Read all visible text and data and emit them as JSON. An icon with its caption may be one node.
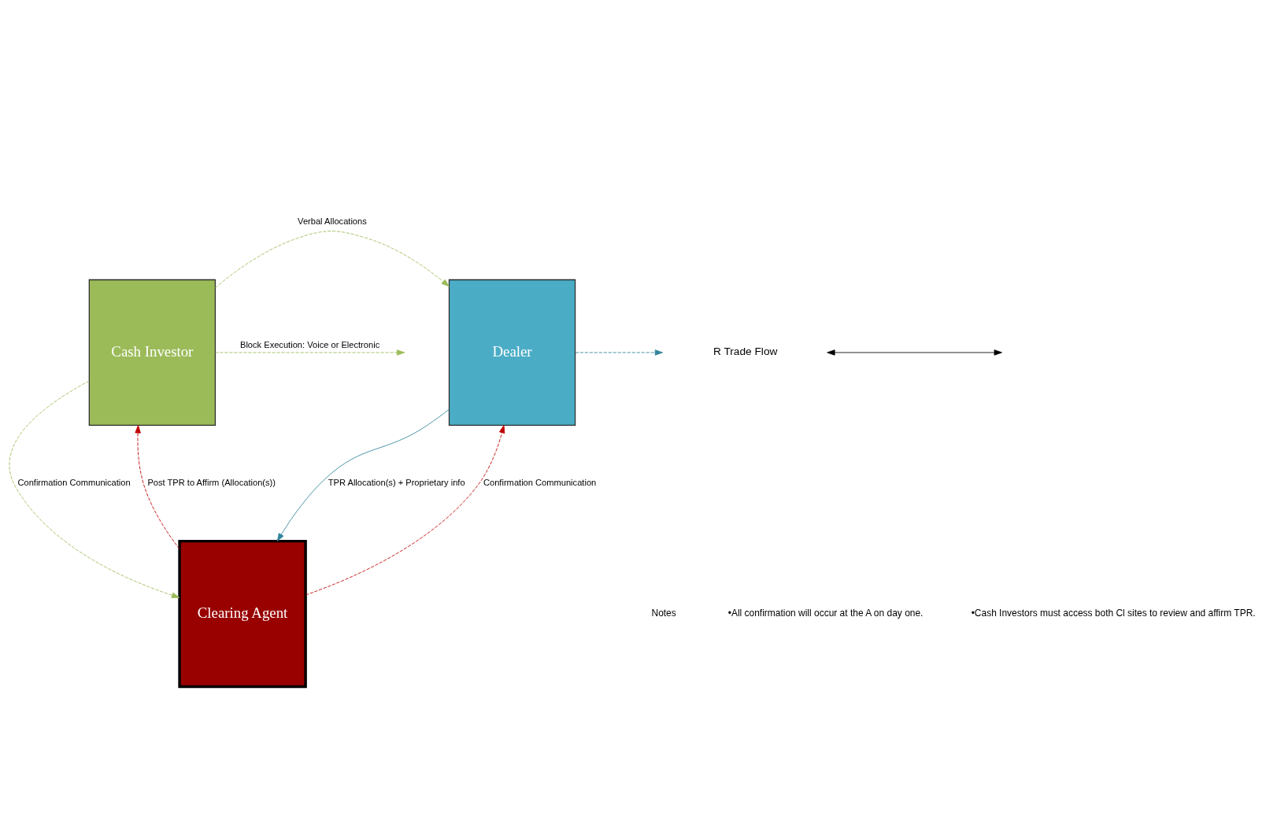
{
  "diagram": {
    "nodes": [
      {
        "text": [
          "Cash Investor"
        ]
      },
      {
        "text": [
          "Dealer"
        ]
      },
      {
        "text": [
          "Clearing Agent"
        ]
      }
    ],
    "edges": [
      {
        "from": 0,
        "to": null,
        "arrow": "to",
        "style": "dashed",
        "color": "#9bbb59",
        "label": "Block Execution: Voice or Electronic"
      },
      {
        "from": 1,
        "to": null,
        "arrow": "to",
        "style": "dashed",
        "color": "#31849b"
      },
      {
        "from": 0,
        "to": 1,
        "arrow": "to",
        "style": "dashed",
        "color": "#9bbb59",
        "label": "Verbal Allocations"
      },
      {
        "from": 2,
        "to": 0,
        "arrow": "to",
        "style": "dashed",
        "color": "#c00000",
        "label": "Post TPR to Affirm (Allocation(s))"
      },
      {
        "from": 0,
        "to": 2,
        "arrow": "to",
        "style": "dashed",
        "color": "#9bbb59",
        "label": "Confirmation Communication"
      },
      {
        "from": 1,
        "to": 2,
        "arrow": "to",
        "color": "#31849b",
        "label": "TPR Allocation(s) + Proprietary info"
      },
      {
        "from": 2,
        "to": 1,
        "arrow": "to",
        "style": "dashed",
        "color": "#c00000",
        "label": "Confirmation Communication"
      }
    ],
    "labels": [
      "Notes",
      "•All confirmation will occur at the A on day one.",
      "•Cash Investors must access both Cl sites to review and affirm TPR."
    ],
    "legend": [
      {
        "text": "R Trade Flow"
      }
    ]
  }
}
